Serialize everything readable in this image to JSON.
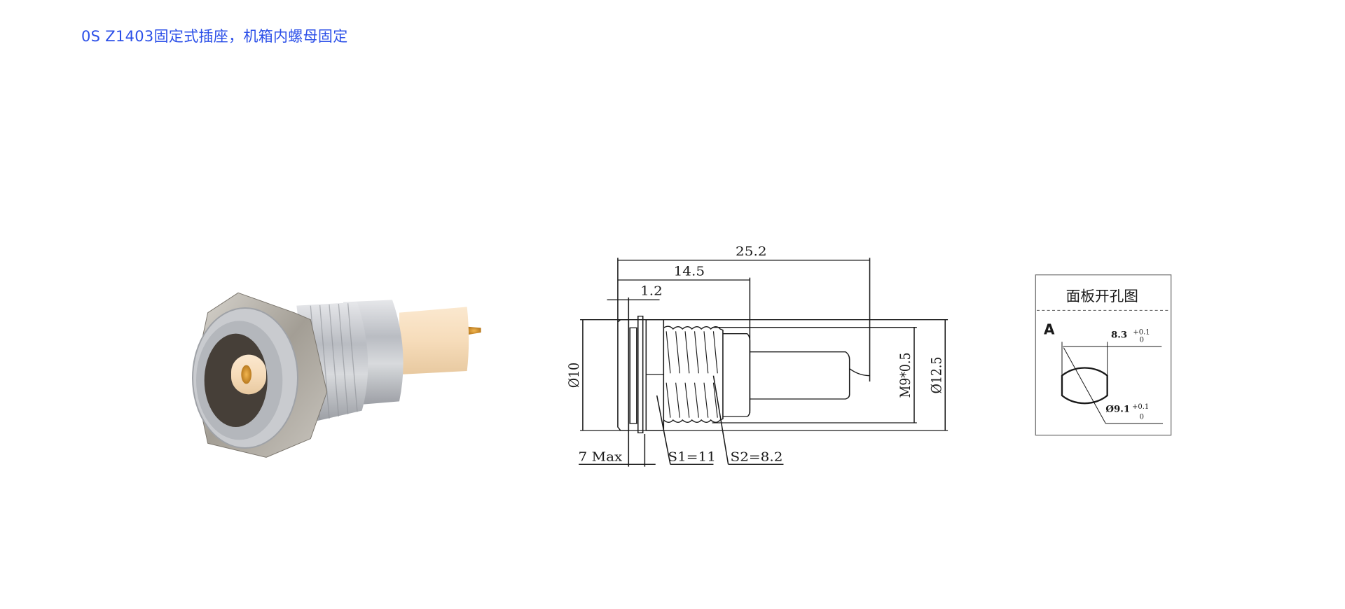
{
  "title": "0S Z1403固定式插座，机箱内螺母固定",
  "drawing": {
    "dim_overall": "25.2",
    "dim_body": "14.5",
    "dim_flange": "1.2",
    "dim_dia_front": "Ø10",
    "dim_thread": "M9*0.5",
    "dim_dia_nut": "Ø12.5",
    "dim_panel": "7 Max",
    "dim_s1": "S1=11",
    "dim_s2": "S2=8.2"
  },
  "panel_cutout": {
    "title": "面板开孔图",
    "label": "A",
    "flat_width": "8.3",
    "flat_tol_upper": "+0.1",
    "flat_tol_lower": "0",
    "diameter": "Ø9.1",
    "dia_tol_upper": "+0.1",
    "dia_tol_lower": "0"
  },
  "colors": {
    "title": "#2b4fe8",
    "line": "#1a1a1a"
  }
}
